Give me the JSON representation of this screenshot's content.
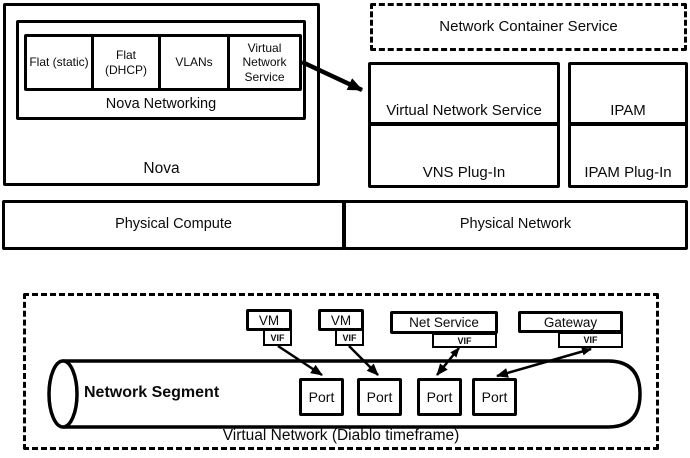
{
  "colors": {
    "ink": "#000000",
    "paper": "#ffffff"
  },
  "nova": {
    "label": "Nova",
    "networking": {
      "label": "Nova Networking",
      "drivers": [
        {
          "label": "Flat (static)"
        },
        {
          "label": "Flat (DHCP)"
        },
        {
          "label": "VLANs"
        },
        {
          "label": "Virtual Network Service"
        }
      ]
    }
  },
  "container_service": {
    "label": "Network Container Service"
  },
  "plugins": {
    "vns": {
      "service": "Virtual Network Service",
      "plugin": "VNS Plug-In"
    },
    "ipam": {
      "service": "IPAM",
      "plugin": "IPAM Plug-In"
    }
  },
  "physical": {
    "compute": "Physical Compute",
    "network": "Physical Network"
  },
  "virtual_network": {
    "title": "Virtual Network (Diablo timeframe)",
    "segment_label": "Network Segment",
    "attachments": [
      {
        "label": "VM",
        "vif": "VIF"
      },
      {
        "label": "VM",
        "vif": "VIF"
      },
      {
        "label": "Net Service",
        "vif": "VIF"
      },
      {
        "label": "Gateway",
        "vif": "VIF"
      }
    ],
    "ports": [
      {
        "label": "Port"
      },
      {
        "label": "Port"
      },
      {
        "label": "Port"
      },
      {
        "label": "Port"
      }
    ]
  }
}
